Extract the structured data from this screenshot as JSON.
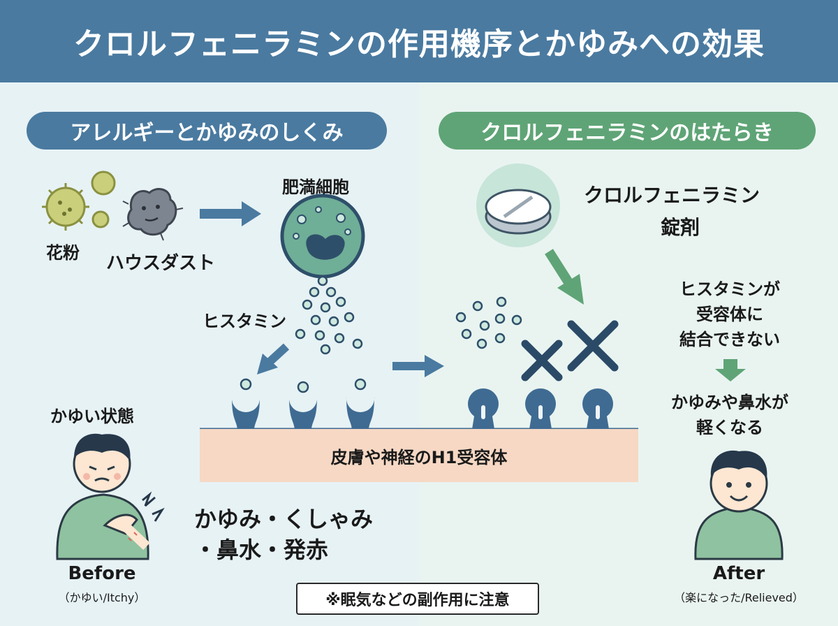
{
  "title": "クロルフェニラミンの作用機序とかゆみへの効果",
  "left_panel": {
    "heading": "アレルギーとかゆみのしくみ",
    "pollen_label": "花粉",
    "dust_label": "ハウスダスト",
    "mast_cell_label": "肥満細胞",
    "histamine_label": "ヒスタミン",
    "itchy_state_label": "かゆい状態",
    "symptoms_line1": "かゆみ・くしゃみ",
    "symptoms_line2": "・鼻水・発赤",
    "before_label": "Before",
    "before_sub": "（かゆい/Itchy）"
  },
  "right_panel": {
    "heading": "クロルフェニラミンのはたらき",
    "tablet_line1": "クロルフェニラミン",
    "tablet_line2": "錠剤",
    "block_line1": "ヒスタミンが",
    "block_line2": "受容体に",
    "block_line3": "結合できない",
    "relief_line1": "かゆみや鼻水が",
    "relief_line2": "軽くなる",
    "after_label": "After",
    "after_sub": "（楽になった/Relieved）"
  },
  "receptor_bar_label": "皮膚や神経のH1受容体",
  "caution_note": "※眠気などの副作用に注意",
  "colors": {
    "title_bg": "#4a7aa0",
    "left_pill": "#4a7aa0",
    "right_pill": "#5fa476",
    "arrow_blue": "#4a7aa0",
    "arrow_green": "#5fa476",
    "receptor": "#3f6b92",
    "skin_band": "#f6d8c4",
    "mast_cell": "#6fae97"
  },
  "icons": [
    "pollen-icon",
    "house-dust-icon",
    "mast-cell-icon",
    "tablet-icon",
    "receptor-icon",
    "block-x-icon",
    "itchy-person-icon",
    "relieved-person-icon"
  ]
}
